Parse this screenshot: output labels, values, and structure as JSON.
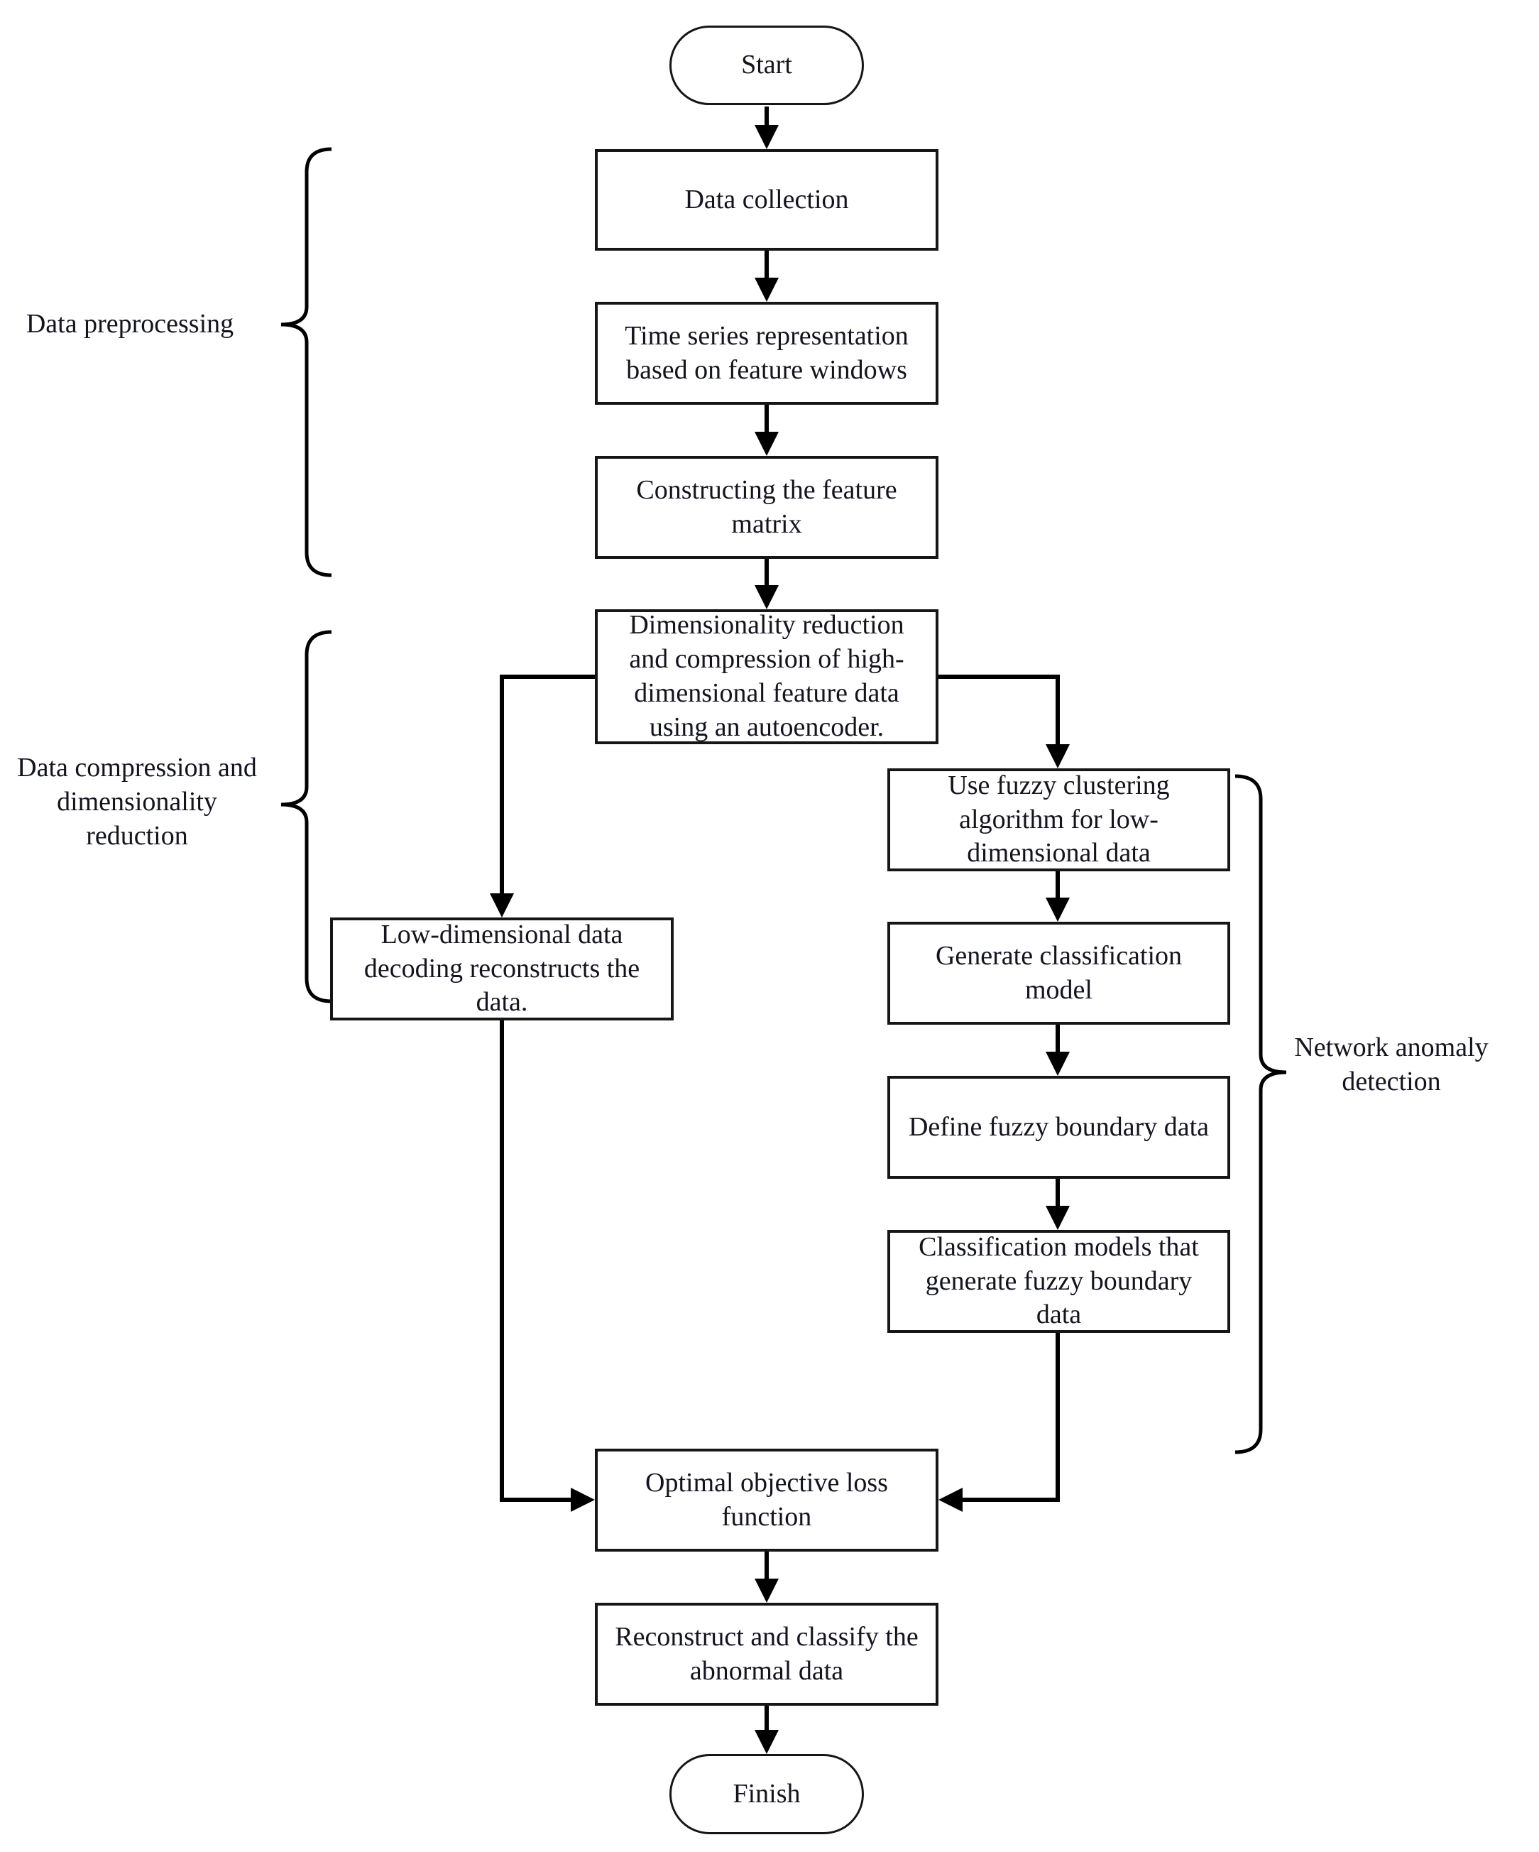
{
  "nodes": {
    "start": {
      "label": "Start"
    },
    "data_collection": {
      "label": "Data collection"
    },
    "time_series": {
      "label": "Time series representation\nbased on feature windows"
    },
    "constructing": {
      "label": "Constructing the feature\nmatrix"
    },
    "dimensionality": {
      "label": "Dimensionality reduction\nand compression of high-\ndimensional feature data\nusing an autoencoder."
    },
    "use_fuzzy": {
      "label": "Use fuzzy clustering\nalgorithm for low-\ndimensional data"
    },
    "generate_model": {
      "label": "Generate classification\nmodel"
    },
    "define_boundary": {
      "label": "Define fuzzy boundary data"
    },
    "class_models": {
      "label": "Classification models that\ngenerate fuzzy boundary\ndata"
    },
    "low_dim_decode": {
      "label": "Low-dimensional data\ndecoding reconstructs the\ndata."
    },
    "optimal_loss": {
      "label": "Optimal objective loss\nfunction"
    },
    "reconstruct": {
      "label": "Reconstruct and classify the\nabnormal data"
    },
    "finish": {
      "label": "Finish"
    }
  },
  "group_labels": {
    "preprocessing": "Data preprocessing",
    "compression": "Data compression and\ndimensionality\nreduction",
    "network": "Network anomaly\ndetection"
  },
  "colors": {
    "line": "#000000",
    "box_border": "#161616",
    "text": "#141420",
    "background": "#ffffff"
  }
}
